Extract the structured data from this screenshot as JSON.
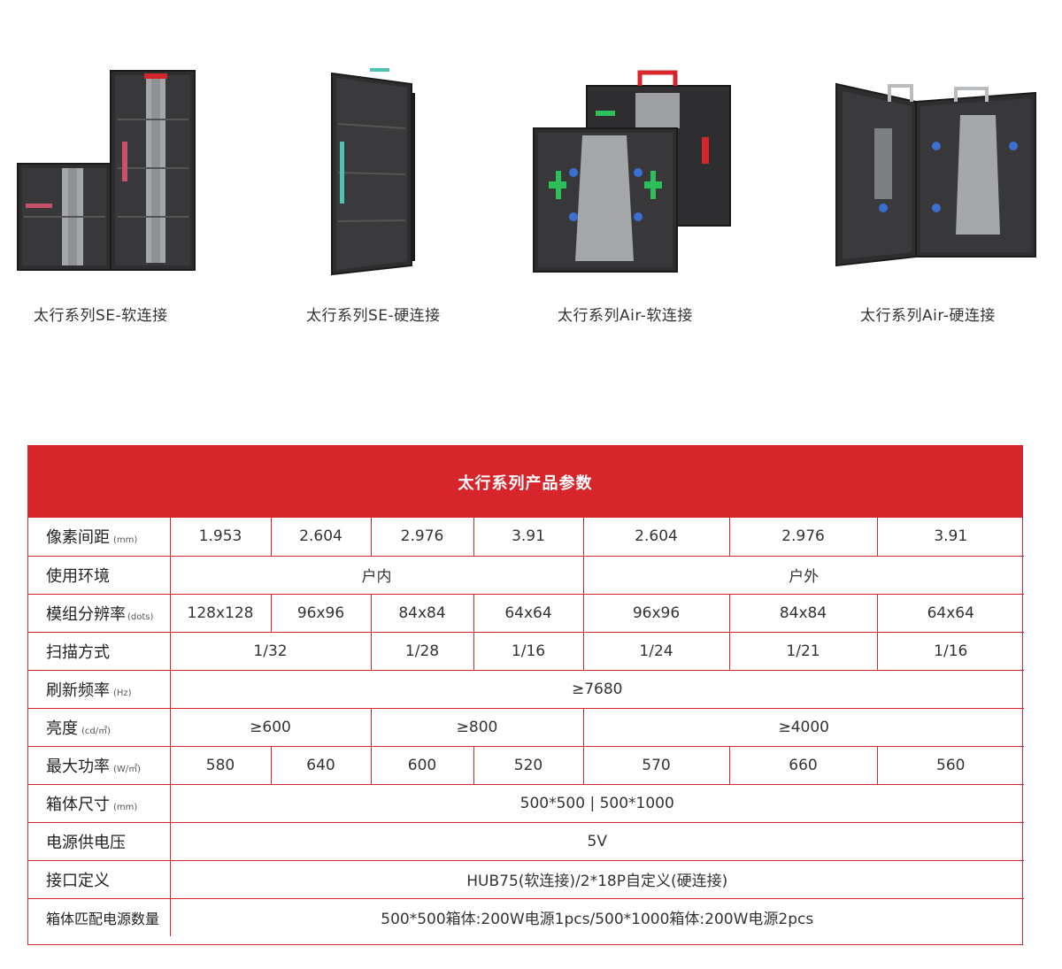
{
  "products": [
    {
      "name": "se-soft-cabinet",
      "caption": "太行系列SE-软连接"
    },
    {
      "name": "se-hard-cabinet",
      "caption": "太行系列SE-硬连接"
    },
    {
      "name": "air-soft-cabinet",
      "caption": "太行系列Air-软连接"
    },
    {
      "name": "air-hard-cabinet",
      "caption": "太行系列Air-硬连接"
    }
  ],
  "table": {
    "title": "太行系列产品参数",
    "rows": {
      "pitch": {
        "label": "像素间距",
        "unit": "(mm)",
        "values": [
          "1.953",
          "2.604",
          "2.976",
          "3.91",
          "2.604",
          "2.976",
          "3.91"
        ]
      },
      "env": {
        "label": "使用环境",
        "values": [
          "户内",
          "户外"
        ]
      },
      "resolution": {
        "label": "模组分辨率",
        "unit": "(dots)",
        "values": [
          "128x128",
          "96x96",
          "84x84",
          "64x64",
          "96x96",
          "84x84",
          "64x64"
        ]
      },
      "scan": {
        "label": "扫描方式",
        "values": [
          "1/32",
          "1/28",
          "1/16",
          "1/24",
          "1/21",
          "1/16"
        ]
      },
      "refresh": {
        "label": "刷新频率",
        "unit": "(Hz)",
        "values": [
          "≥7680"
        ]
      },
      "brightness": {
        "label": "亮度",
        "unit": "(cd/㎡)",
        "values": [
          "≥600",
          "≥800",
          "≥4000"
        ]
      },
      "power": {
        "label": "最大功率",
        "unit": "(W/㎡)",
        "values": [
          "580",
          "640",
          "600",
          "520",
          "570",
          "660",
          "560"
        ]
      },
      "size": {
        "label": "箱体尺寸",
        "unit": "(mm)",
        "values": [
          "500*500 | 500*1000"
        ]
      },
      "voltage": {
        "label": "电源供电压",
        "values": [
          "5V"
        ]
      },
      "interface": {
        "label": "接口定义",
        "values": [
          "HUB75(软连接)/2*18P自定义(硬连接)"
        ]
      },
      "psu": {
        "label": "箱体匹配电源数量",
        "values": [
          "500*500箱体:200W电源1pcs/500*1000箱体:200W电源2pcs"
        ]
      }
    }
  },
  "colors": {
    "accent": "#d6262b",
    "cabinet": "#2e2e30",
    "frame": "#1c1c1e",
    "metal": "#b9bcbf",
    "green": "#2fbf5a",
    "blue": "#3b6fd1"
  }
}
